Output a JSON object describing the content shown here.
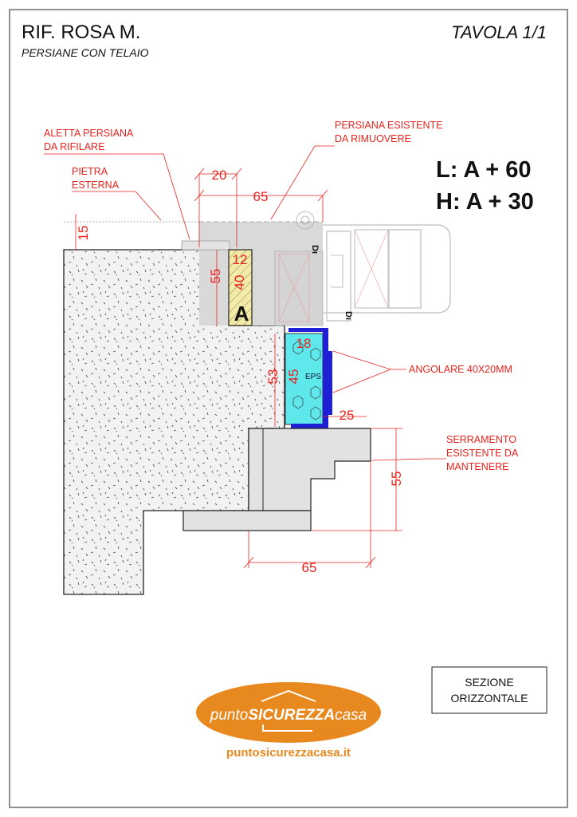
{
  "header": {
    "title": "RIF. ROSA M.",
    "subtitle": "PERSIANE CON TELAIO",
    "sheet": "TAVOLA 1/1"
  },
  "formulas": {
    "width": "L: A + 60",
    "height": "H: A + 30"
  },
  "labels": {
    "aletta_1": "ALETTA PERSIANA",
    "aletta_2": "DA RIFILARE",
    "pietra_1": "PIETRA",
    "pietra_2": "ESTERNA",
    "persiana_1": "PERSIANA ESISTENTE",
    "persiana_2": "DA RIMUOVERE",
    "angolare": "ANGOLARE 40X20MM",
    "serramento_1": "SERRAMENTO",
    "serramento_2": "ESISTENTE DA",
    "serramento_3": "MANTENERE",
    "block_a": "A",
    "eps": "EPS"
  },
  "dimensions": {
    "d20": "20",
    "d65_top": "65",
    "d15": "15",
    "d55_left": "55",
    "d12": "12",
    "d40": "40",
    "d18": "18",
    "d53": "53",
    "d45": "45",
    "d25": "25",
    "d55_right": "55",
    "d65_bottom": "65"
  },
  "section_box": {
    "line1": "SEZIONE",
    "line2": "ORIZZONTALE"
  },
  "logo": {
    "text_light_1": "punto",
    "text_bold": "SICUREZZA",
    "text_light_2": "casa",
    "url": "puntosicurezzacasa.it",
    "color": "#e8891f"
  },
  "colors": {
    "dimension_red": "#e8231f",
    "eps_cyan": "#5fe8ec",
    "angle_blue": "#1f1fd6",
    "block_yellow": "#f3eaa6"
  }
}
